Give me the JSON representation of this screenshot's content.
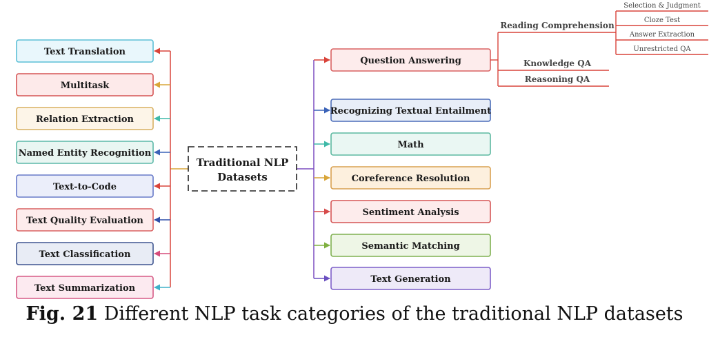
{
  "diagram": {
    "center": {
      "label_line1": "Traditional NLP",
      "label_line2": "Datasets"
    },
    "left_nodes": [
      {
        "label": "Text Translation",
        "fill": "#e9f7fc",
        "stroke": "#5bbfd6",
        "arrow": "#d9433a"
      },
      {
        "label": "Multitask",
        "fill": "#fdeaea",
        "stroke": "#d55555",
        "arrow": "#d9a63a"
      },
      {
        "label": "Relation Extraction",
        "fill": "#fdf5e8",
        "stroke": "#d8b060",
        "arrow": "#3fb9a8"
      },
      {
        "label": "Named Entity Recognition",
        "fill": "#e9f6f2",
        "stroke": "#5bb8a8",
        "arrow": "#3a62b8"
      },
      {
        "label": "Text-to-Code",
        "fill": "#ebeefa",
        "stroke": "#6678c8",
        "arrow": "#d9433a"
      },
      {
        "label": "Text Quality Evaluation",
        "fill": "#fdecec",
        "stroke": "#d96060",
        "arrow": "#2f4fa8"
      },
      {
        "label": "Text Classification",
        "fill": "#e8ecf5",
        "stroke": "#3f5590",
        "arrow": "#d64b7a"
      },
      {
        "label": "Text Summarization",
        "fill": "#fceaf0",
        "stroke": "#d65a85",
        "arrow": "#3fb0c8"
      }
    ],
    "right_nodes": [
      {
        "label": "Question Answering",
        "fill": "#fdecec",
        "stroke": "#d96060",
        "arrow": "#d9433a"
      },
      {
        "label": "Recognizing Textual Entailment",
        "fill": "#e8eef8",
        "stroke": "#4a6cb8",
        "arrow": "#3a62b8"
      },
      {
        "label": "Math",
        "fill": "#eaf7f3",
        "stroke": "#5bb8a0",
        "arrow": "#3fb9a8"
      },
      {
        "label": "Coreference Resolution",
        "fill": "#fdf0de",
        "stroke": "#d8a050",
        "arrow": "#d9a63a"
      },
      {
        "label": "Sentiment Analysis",
        "fill": "#fdecec",
        "stroke": "#d55555",
        "arrow": "#d64b4b"
      },
      {
        "label": "Semantic Matching",
        "fill": "#eef6e6",
        "stroke": "#7fb050",
        "arrow": "#7fb040"
      },
      {
        "label": "Text Generation",
        "fill": "#eeeaf8",
        "stroke": "#7d5ec8",
        "arrow": "#6a4fc0"
      }
    ],
    "qa_branches": [
      {
        "label": "Reading Comprehension"
      },
      {
        "label": "Knowledge QA"
      },
      {
        "label": "Reasoning QA"
      }
    ],
    "rc_leaves": [
      {
        "label": "Selection & Judgment"
      },
      {
        "label": "Cloze Test"
      },
      {
        "label": "Answer Extraction"
      },
      {
        "label": "Unrestricted QA"
      }
    ],
    "colors": {
      "left_trunk": "#d9433a",
      "right_trunk": "#7d4fc0",
      "qa_branch": "#d9433a",
      "center_border": "#222222"
    }
  },
  "caption": {
    "fig_label": "Fig. 21",
    "text": " Different NLP task categories of the traditional NLP datasets"
  }
}
